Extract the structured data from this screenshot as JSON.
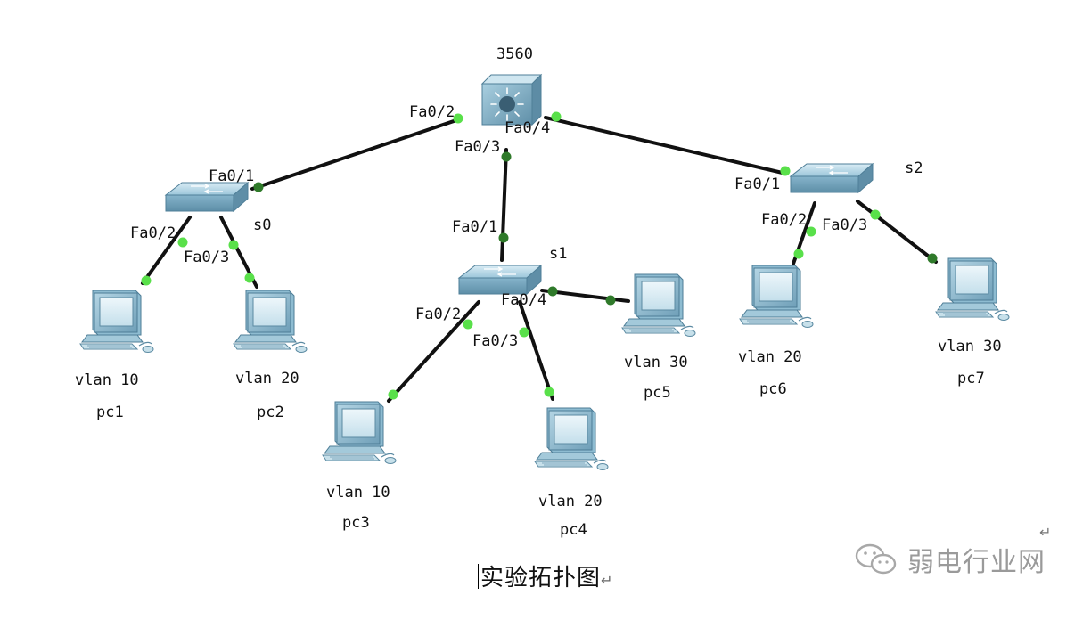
{
  "colors": {
    "link": "#111111",
    "port_up": "#59e04a",
    "port_dark": "#2f7a2a",
    "device_blue": "#7fb0c8",
    "device_dark": "#4f7f98",
    "watermark": "#9a9a9a"
  },
  "devices": {
    "core": {
      "name": "3560",
      "icon": "multilayer-switch-icon"
    },
    "s0": {
      "name": "s0",
      "icon": "switch-icon"
    },
    "s1": {
      "name": "s1",
      "icon": "switch-icon"
    },
    "s2": {
      "name": "s2",
      "icon": "switch-icon"
    }
  },
  "ports": {
    "core_fa02": "Fa0/2",
    "core_fa03": "Fa0/3",
    "core_fa04": "Fa0/4",
    "s0_fa01": "Fa0/1",
    "s0_fa02": "Fa0/2",
    "s0_fa03": "Fa0/3",
    "s1_fa01": "Fa0/1",
    "s1_fa02": "Fa0/2",
    "s1_fa03": "Fa0/3",
    "s1_fa04": "Fa0/4",
    "s2_fa01": "Fa0/1",
    "s2_fa02": "Fa0/2",
    "s2_fa03": "Fa0/3"
  },
  "pcs": [
    {
      "id": "pc1",
      "vlan": "vlan 10",
      "name": "pc1"
    },
    {
      "id": "pc2",
      "vlan": "vlan 20",
      "name": "pc2"
    },
    {
      "id": "pc3",
      "vlan": "vlan 10",
      "name": "pc3"
    },
    {
      "id": "pc4",
      "vlan": "vlan 20",
      "name": "pc4"
    },
    {
      "id": "pc5",
      "vlan": "vlan 30",
      "name": "pc5"
    },
    {
      "id": "pc6",
      "vlan": "vlan 20",
      "name": "pc6"
    },
    {
      "id": "pc7",
      "vlan": "vlan 30",
      "name": "pc7"
    }
  ],
  "caption": "实验拓扑图",
  "return_mark": "↵",
  "watermark": {
    "text": "弱电行业网",
    "icon": "wechat-icon"
  }
}
